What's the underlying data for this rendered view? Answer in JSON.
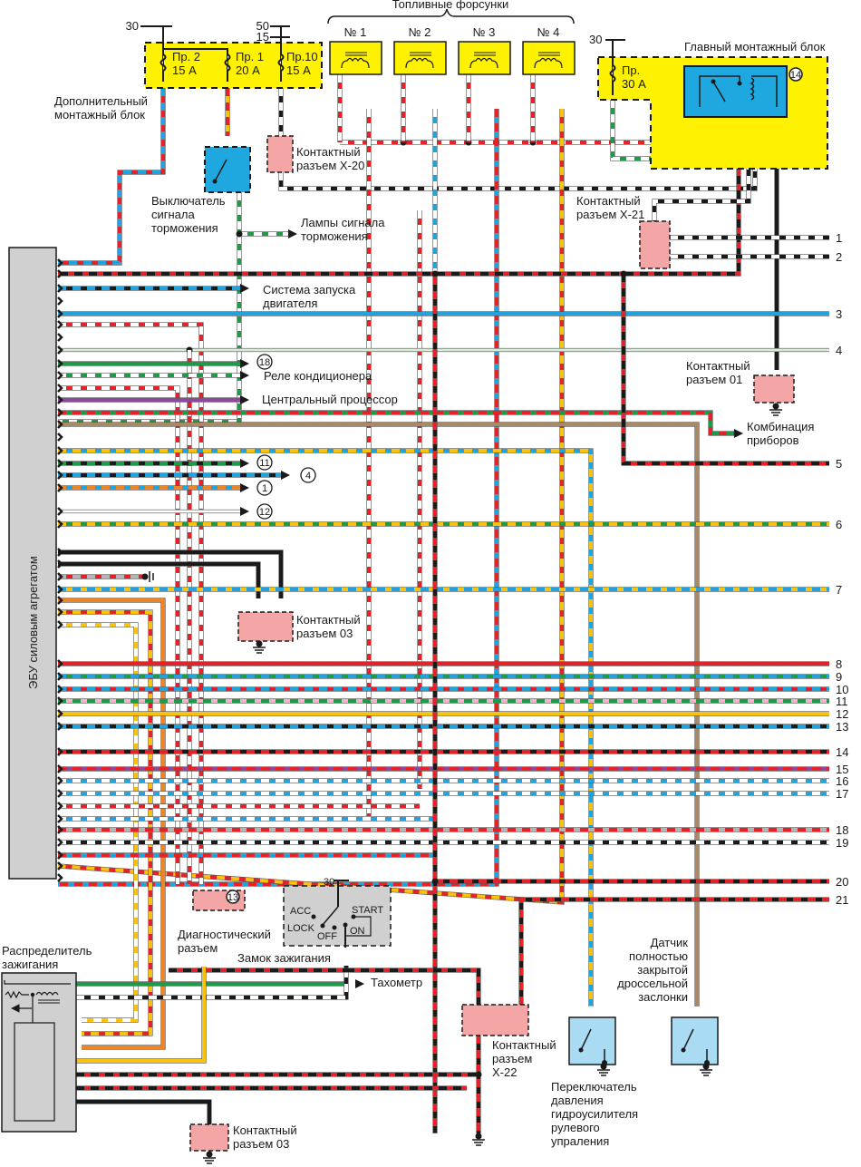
{
  "title": "Топливные форсунки",
  "colors": {
    "red": "#e3232a",
    "black": "#1a1a1a",
    "white": "#ffffff",
    "blue": "#21a3df",
    "green": "#1e9a49",
    "yellow": "#f9c20d",
    "orange": "#ee8627",
    "brown": "#a88a66",
    "violet": "#8c4b9a",
    "pink": "#f2b2c8",
    "gray": "#b5b5b5",
    "lightgreen": "#d8ecd8",
    "block_yellow": "#fff200",
    "relay_blue": "#1fa8e0",
    "connector_pink": "#f4a6a6",
    "sensor_blue": "#a9dcf3",
    "ecu_gray": "#d0d0d0"
  },
  "fuse_block_aux": {
    "label": [
      "Дополнительный",
      "монтажный блок"
    ],
    "supply_30": "30",
    "supply_50": "50",
    "supply_15": "15",
    "fuses": [
      {
        "name": "Пр. 2",
        "rating": "15 А"
      },
      {
        "name": "Пр. 1",
        "rating": "20 А"
      },
      {
        "name": "Пр.10",
        "rating": "15 А"
      }
    ]
  },
  "injectors": {
    "group_label": "Топливные форсунки",
    "items": [
      "№ 1",
      "№ 2",
      "№ 3",
      "№ 4"
    ]
  },
  "main_block": {
    "label": "Главный монтажный блок",
    "supply_30": "30",
    "fuse": {
      "name": "Пр.",
      "rating": "30 А"
    },
    "relay_ref": "14"
  },
  "components": {
    "brake_switch": [
      "Выключатель",
      "сигнала",
      "торможения"
    ],
    "brake_lamps": [
      "Лампы сигнала",
      "торможения"
    ],
    "x20": [
      "Контактный",
      "разъем X-20"
    ],
    "x21": [
      "Контактный",
      "разъем X-21"
    ],
    "x22": [
      "Контактный",
      "разъем",
      "X-22"
    ],
    "c01": [
      "Контактный",
      "разъем 01"
    ],
    "c03_top": [
      "Контактный",
      "разъем 03"
    ],
    "c03_bottom": [
      "Контактный",
      "разъем 03"
    ],
    "ecu": "ЭБУ силовым агрегатом",
    "starter": [
      "Система запуска",
      "двигателя"
    ],
    "ac_relay": "Реле кондиционера",
    "cpu": "Центральный процессор",
    "cluster": [
      "Комбинация",
      "приборов"
    ],
    "diag": [
      "Диагностический",
      "разъем"
    ],
    "diag_ref": "13",
    "ignition_switch": {
      "label": "Замок зажигания",
      "supply": "30",
      "positions": [
        "ACC",
        "LOCK",
        "OFF",
        "ON",
        "START"
      ]
    },
    "distributor": [
      "Распределитель",
      "зажигания"
    ],
    "tachometer": "Тахометр",
    "ps_switch": [
      "Переключатель",
      "давления",
      "гидроусилителя",
      "рулевого",
      "упраления"
    ],
    "throttle_sensor": [
      "Датчик",
      "полностью",
      "закрытой",
      "дроссельной",
      "заслонки"
    ]
  },
  "refs": {
    "r18": "18",
    "r11": "11",
    "r4": "4",
    "r1": "1",
    "r12": "12"
  },
  "outputs": [
    "1",
    "2",
    "3",
    "4",
    "5",
    "6",
    "7",
    "8",
    "9",
    "10",
    "11",
    "12",
    "13",
    "14",
    "15",
    "16",
    "17",
    "18",
    "19",
    "20",
    "21"
  ]
}
